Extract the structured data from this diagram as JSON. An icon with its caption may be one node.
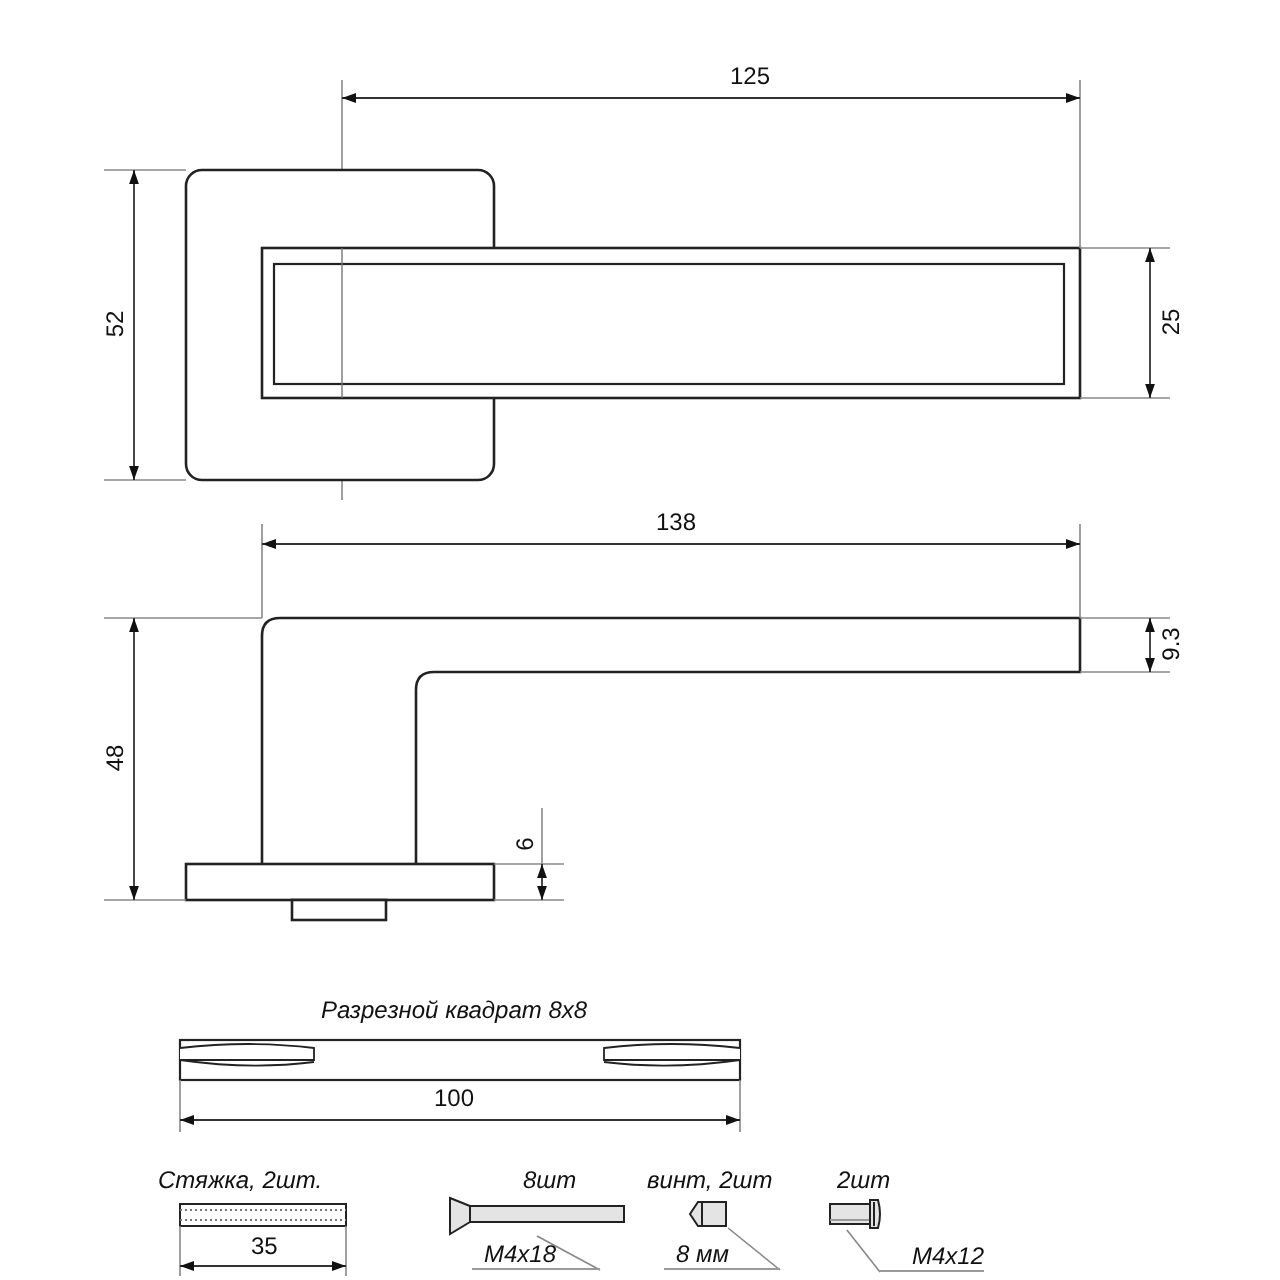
{
  "diagram": {
    "nodes": [
      {
        "text": [
          "M4x18"
        ]
      },
      {
        "text": [],
        "shape": "picture",
        "beside": [
          "8шт"
        ]
      },
      {
        "text": [
          "8 мм"
        ]
      },
      {
        "text": [],
        "shape": "picture",
        "beside": [
          "винт, 2шт"
        ]
      },
      {
        "text": [
          "M4x12"
        ]
      },
      {
        "text": [],
        "shape": "picture",
        "beside": [
          "2шт"
        ]
      }
    ],
    "edges": [
      {
        "from": 0,
        "to": 1,
        "arrow": "none"
      },
      {
        "from": 2,
        "to": 3,
        "arrow": "none"
      },
      {
        "from": 4,
        "to": 5,
        "arrow": "none"
      }
    ],
    "labels": [
      "125",
      "52",
      "25",
      "138",
      "9.3",
      "48",
      "6",
      "Разрезной квадрат 8x8",
      "100",
      "Стяжка, 2шт.",
      "35"
    ]
  }
}
